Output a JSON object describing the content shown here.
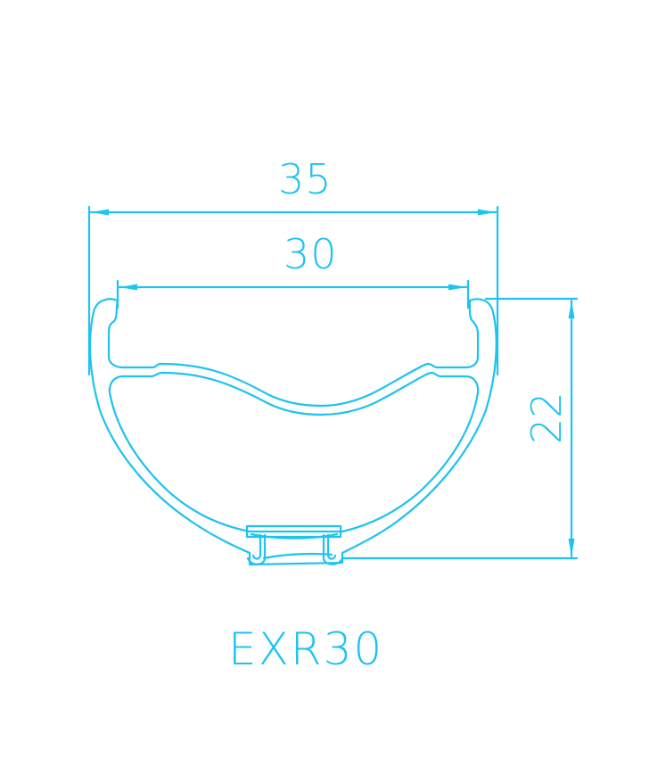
{
  "drawing": {
    "type": "rim cross-section technical drawing",
    "line_color": "#1ec3f0",
    "background": "#ffffff",
    "model_name": "EXR30",
    "dimensions": {
      "outer_width": "35",
      "inner_width": "30",
      "height": "22"
    }
  }
}
